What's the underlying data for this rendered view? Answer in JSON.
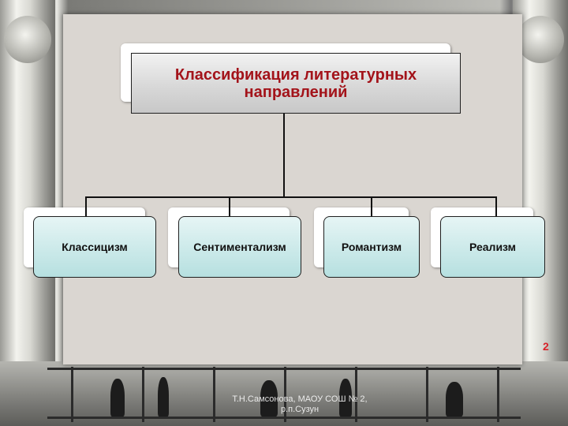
{
  "diagram": {
    "title_line1": "Классификация литературных",
    "title_line2": "направлений",
    "children": [
      "Классицизм",
      "Сентиментализм",
      "Романтизм",
      "Реализм"
    ]
  },
  "slide": {
    "page_number": "2",
    "footer_line1": "Т.Н.Самсонова, МАОУ СОШ № 2,",
    "footer_line2": "р.п.Сузун"
  },
  "colors": {
    "title_text": "#a3131a",
    "child_fill": "#b6e0e0",
    "page_number": "#d8232a",
    "panel": "#dad6d1"
  }
}
